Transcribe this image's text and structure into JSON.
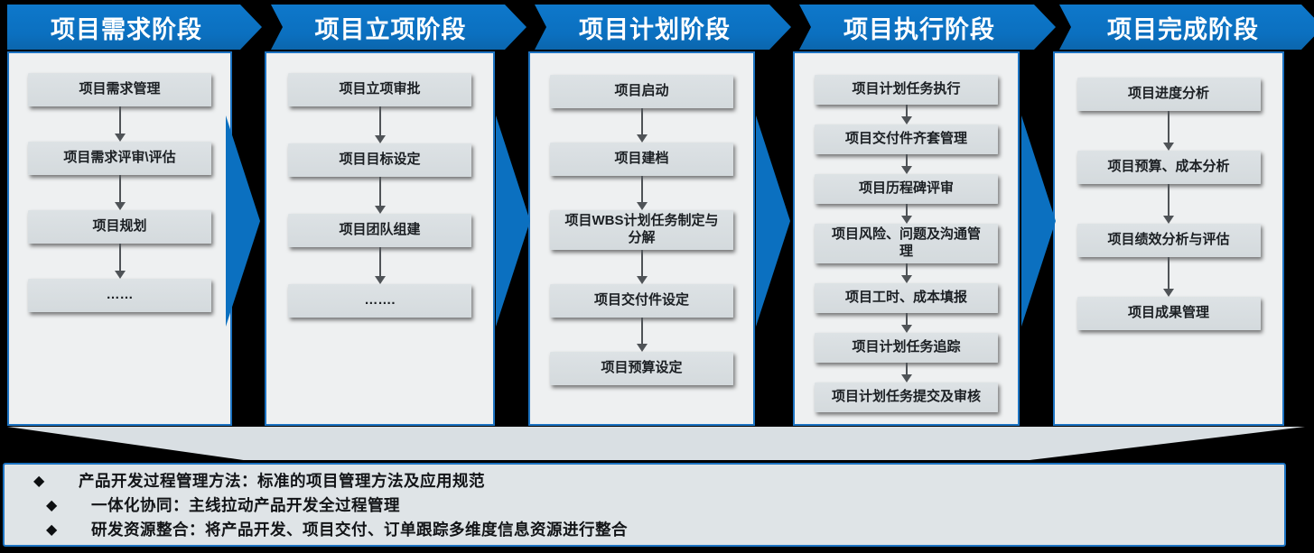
{
  "canvas": {
    "background": "#000000",
    "accent_blue": "#0b70c0",
    "panel_gray": "#dfe4e7"
  },
  "phases": [
    {
      "title": "项目需求阶段",
      "steps": [
        "项目需求管理",
        "项目需求评审\\评估",
        "项目规划",
        "……"
      ]
    },
    {
      "title": "项目立项阶段",
      "steps": [
        "项目立项审批",
        "项目目标设定",
        "项目团队组建",
        "……."
      ]
    },
    {
      "title": "项目计划阶段",
      "steps": [
        "项目启动",
        "项目建档",
        "项目WBS计划任务制定与分解",
        "项目交付件设定",
        "项目预算设定"
      ]
    },
    {
      "title": "项目执行阶段",
      "steps": [
        "项目计划任务执行",
        "项目交付件齐套管理",
        "项目历程碑评审",
        "项目风险、问题及沟通管理",
        "项目工时、成本填报",
        "项目计划任务追踪",
        "项目计划任务提交及审核"
      ]
    },
    {
      "title": "项目完成阶段",
      "steps": [
        "项目进度分析",
        "项目预算、成本分析",
        "项目绩效分析与评估",
        "项目成果管理"
      ]
    }
  ],
  "summary": {
    "bullet_char": "◆",
    "items": [
      "产品开发过程管理方法：标准的项目管理方法及应用规范",
      "一体化协同：主线拉动产品开发全过程管理",
      "研发资源整合：将产品开发、项目交付、订单跟踪多维度信息资源进行整合"
    ]
  }
}
